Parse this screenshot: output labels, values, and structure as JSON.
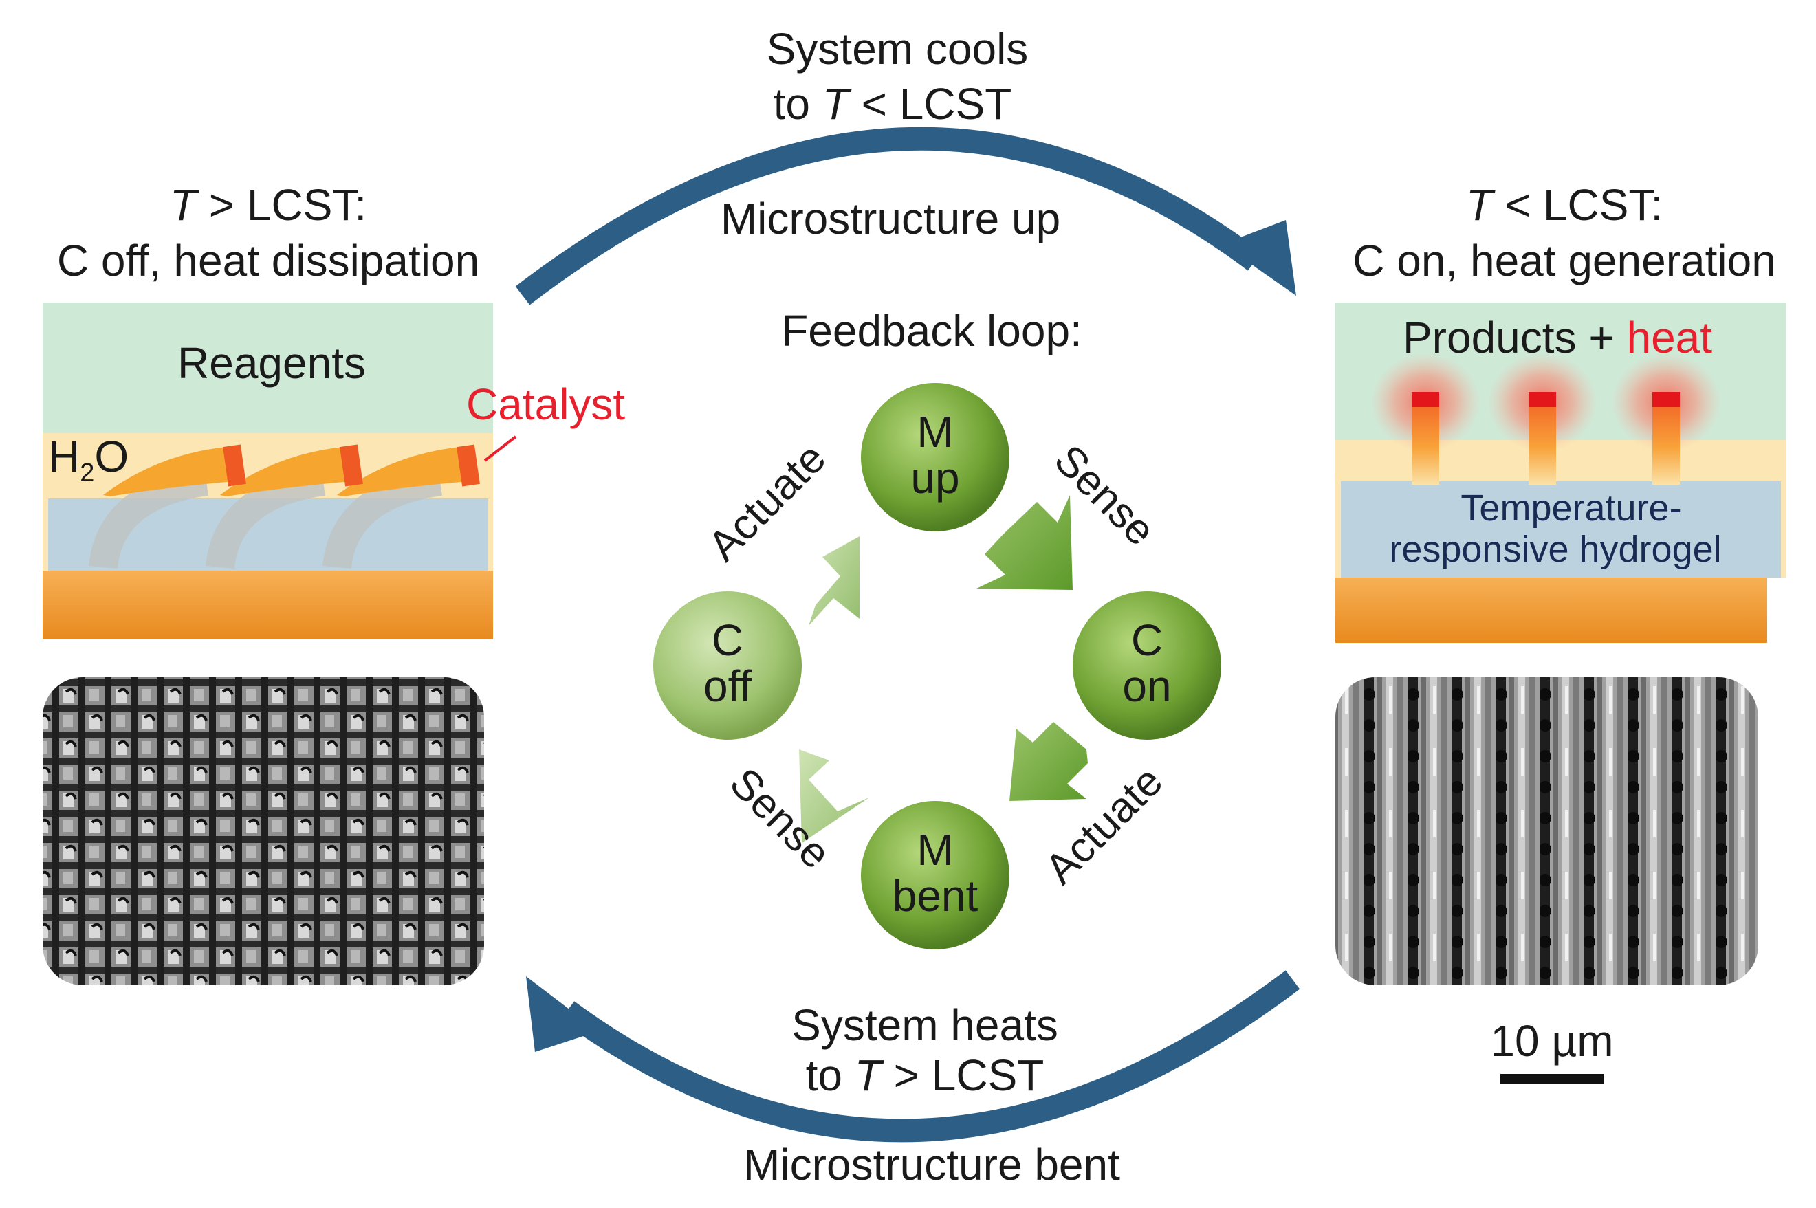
{
  "top_arrow": {
    "line1": "System cools",
    "line2_prefix": "to ",
    "line2_var": "T",
    "line2_suffix": " < LCST",
    "under": "Microstructure up"
  },
  "bottom_arrow": {
    "line1": "System heats",
    "line2_prefix": "to ",
    "line2_var": "T",
    "line2_suffix": " > LCST",
    "under": "Microstructure bent"
  },
  "left_panel": {
    "title_var": "T",
    "title_suffix": " > LCST:",
    "title_line2": "C off, heat dissipation",
    "reagents": "Reagents",
    "catalyst": "Catalyst",
    "water_H": "H",
    "water_2": "2",
    "water_O": "O"
  },
  "right_panel": {
    "title_var": "T",
    "title_suffix": " < LCST:",
    "title_line2": "C on, heat generation",
    "products": "Products + ",
    "heat": "heat",
    "hydrogel_line1": "Temperature-",
    "hydrogel_line2": "responsive hydrogel",
    "scale_bar": "10 µm"
  },
  "loop": {
    "title": "Feedback loop:",
    "nodes": {
      "m_up": [
        "M",
        "up"
      ],
      "c_on": [
        "C",
        "on"
      ],
      "m_bent": [
        "M",
        "bent"
      ],
      "c_off": [
        "C",
        "off"
      ]
    },
    "edges": {
      "top_left": "Actuate",
      "top_right": "Sense",
      "bottom_right": "Actuate",
      "bottom_left": "Sense"
    }
  },
  "colors": {
    "arrow": "#2d5f86",
    "catalyst_red": "#e8202e",
    "substrate": "#f39c33",
    "reagent_bg": "#cfe9d7",
    "hydrogel": "#bcd3df",
    "node_dark": "#6fa233",
    "node_light": "#9ec36f"
  }
}
